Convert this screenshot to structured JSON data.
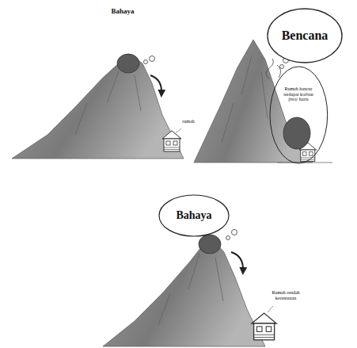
{
  "diagram": {
    "nodes": [
      {
        "text": [
          "Bencana"
        ]
      },
      {
        "text": [
          "Rumah hancur terdapat korban jiwa/ harta"
        ]
      },
      {
        "text": [
          "Bahaya"
        ]
      }
    ],
    "labels": [
      "Bahaya",
      "rumah",
      "Rumah rendah kerentanan"
    ]
  }
}
